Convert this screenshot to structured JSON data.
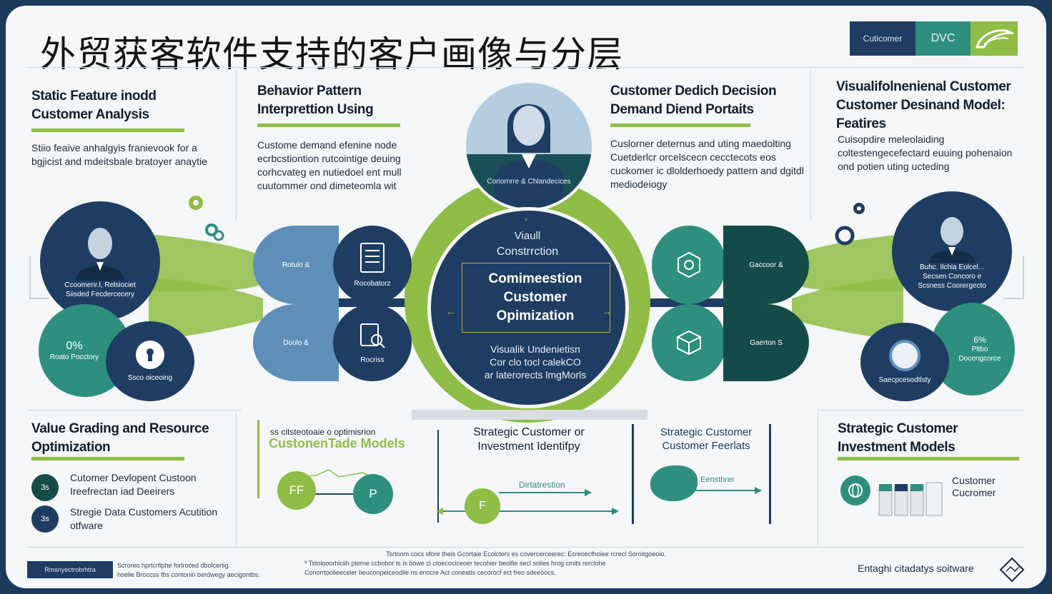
{
  "title": "外贸获客软件支持的客户画像与分层",
  "logo": {
    "left_label": "Cuticomer",
    "right_label": "DVC"
  },
  "sections": {
    "static": {
      "heading": "Static Feature inodd Customer Analysis",
      "text": "Stiio feaive anhalgyis franievook for a bgjicist and mdeitsbale bratoyer anaytie"
    },
    "behavior": {
      "heading": "Behavior Pattern Interprettion Using",
      "text": "Custome demand efenine node ecrbcstiontion rutcointige deuing corhcvateg en nutiedoel ent mull cuutommer ond dimeteomla wit"
    },
    "decision": {
      "heading": "Customer Dedich Decision Demand Diend Portaits",
      "text": "Cuslorner deternus and uting maedolting Cuetderlcr orcelscecn cecctecots eos cuckomer ic dlolderhoedy pattern and dgitdl mediodeiogy"
    },
    "visual": {
      "heading": "Visualifolnenienal Customer Customer Desinand Model: Featires",
      "text": "Cuisopdire meleolaiding coltestengecefectard euuing pohenaion ond potien uting ucteding"
    },
    "value": {
      "heading": "Value Grading and Resource Optimization"
    },
    "strategic_right": {
      "heading": "Strategic Customer Investment Models"
    }
  },
  "center": {
    "top_circle_label": "Coriornrre & Chlandecices",
    "top_small": "Viaull",
    "construction": "Constrrction",
    "main_line1": "Comimeestion",
    "main_line2": "Customer",
    "main_line3": "Opimization",
    "sub_line1": "Visualik Undenietisn",
    "sub_line2": "Cor clo tocl calekCO",
    "sub_line3": "ar laterorects lmgMorls"
  },
  "left_nodes": {
    "person_caption": "Ccoomenr.l, Relsiociet Siisded Fecdercecery",
    "pct": "0%",
    "pct_caption": "Roato Pocctory",
    "icon_caption": "Ssco oiceoing"
  },
  "mid_left_nodes": {
    "top_left": "Rotulo &",
    "bottom_left": "Doolo &",
    "doc_caption": "Rocobatorz",
    "doc2_caption": "Rocriss"
  },
  "mid_right_nodes": {
    "top_right": "Gaccoor &",
    "bottom_right": "Gaerton S"
  },
  "right_nodes": {
    "person_caption": "Buhc. Ilchla Eolcel... Secsen Concoro e Scsness Coorergecto",
    "pct": "6%",
    "pct_caption": "Pltbo Docengcorce",
    "icon_caption": "Saecpcesodtlsty"
  },
  "bottom": {
    "value_items": [
      {
        "badge": "3s",
        "text": "Cutomer Devlopent Custoon Ireefrectan iad Deeirers"
      },
      {
        "badge": "3s",
        "text": "Stregie Data Customers Acutition otfware"
      }
    ],
    "tradec_small": "ss citsteotoaie o optimisrion",
    "tradec_heading": "CustonenTade Models",
    "node_f": "FF",
    "node_p": "P",
    "strategic_mid": "Strategic Customer or Investment Identifpy",
    "distribution": "Dirtatrestion",
    "node_f2": "F",
    "strategic_customer": "Strategic Customer Customer Feerlats",
    "small_label": "Eensthrer",
    "right_label_1": "Customer",
    "right_label_2": "Cucromer"
  },
  "footer": {
    "brand": "Rmsnyectrobrhtra",
    "left_note_1": "Scroreo hprtcrfiphe forlroced dbolcertig",
    "left_note_2": "hoelie Broccss fbs contonin berdwegy aecigontbs.",
    "center_note_1": "Tsrtoom cocs sfore theis Gcortaie Ecolcters es covercerceerec: Ecreoecfhoiee rcrecl Soroitgoeoio.",
    "center_note_2": "* Tstolooorhiciih pterne ccbobor ts is bowe ci ctoecociceoer tecohier beolfie secl solies hrog cmits rerclohe",
    "center_note_3": "Conorrtoolieeceier beuconpeiceodile ns enocre Act coneatis cecorocf ect freo sdeeoocs.",
    "right": "Entaghi citadatys soitware"
  },
  "colors": {
    "navy": "#1f3d63",
    "teal": "#2e8f7e",
    "green": "#8fbd45",
    "steel": "#5f8fb8",
    "dark_teal": "#154c4a"
  }
}
